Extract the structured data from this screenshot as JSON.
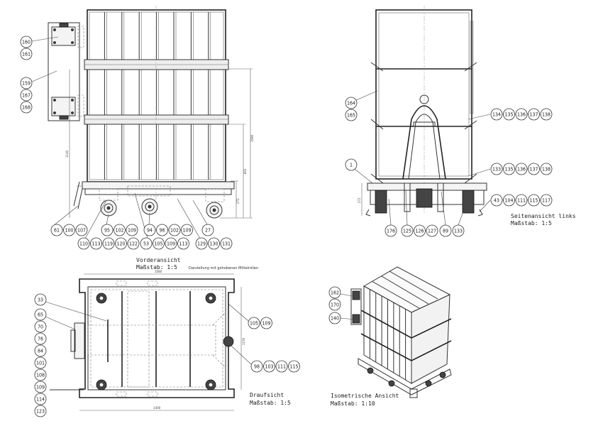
{
  "views": {
    "front": {
      "title": "Vorderansicht",
      "scale": "Maßstab:   1:5",
      "note": "Darstellung mit gehobenen Mittelrollen",
      "dimensions": [
        "1580",
        "841",
        "272",
        "1140"
      ]
    },
    "side": {
      "title": "Seitenansicht links",
      "scale": "Maßstab:   1:5",
      "dimensions": [
        "272"
      ]
    },
    "top": {
      "title": "Draufsicht",
      "scale": "Maßstab:   1:5",
      "dimensions": [
        "1080",
        "1400",
        "1150"
      ]
    },
    "iso": {
      "title": "Isometrische Ansicht",
      "scale": "Maßstab:   1:10"
    }
  },
  "balloons": {
    "front_door_a": [
      "160",
      "161"
    ],
    "front_door_b": [
      "159",
      "167",
      "168"
    ],
    "front_row1_a": [
      "61",
      "100",
      "107"
    ],
    "front_row1_b": [
      "95",
      "102",
      "109"
    ],
    "front_row1_c": [
      "94",
      "96",
      "102",
      "109"
    ],
    "front_row1_d": [
      "27"
    ],
    "front_row2_a": [
      "110",
      "113",
      "119",
      "120",
      "122"
    ],
    "front_row2_b": [
      "53",
      "105",
      "109",
      "113"
    ],
    "front_row2_c": [
      "129",
      "130",
      "131"
    ],
    "side_a": [
      "164",
      "165"
    ],
    "side_b": [
      "1"
    ],
    "side_c": [
      "134",
      "135",
      "136",
      "137",
      "138"
    ],
    "side_d": [
      "133",
      "135",
      "136",
      "137",
      "138"
    ],
    "side_e": [
      "43",
      "104",
      "111",
      "115",
      "117"
    ],
    "side_f": [
      "176"
    ],
    "side_g": [
      "125",
      "126",
      "127"
    ],
    "side_h": [
      "89"
    ],
    "side_i": [
      "133"
    ],
    "top_a": [
      "33"
    ],
    "top_b": [
      "65",
      "70",
      "76",
      "84",
      "101",
      "108",
      "109",
      "114",
      "123"
    ],
    "top_c": [
      "105",
      "109"
    ],
    "top_d": [
      "98",
      "103",
      "111",
      "115"
    ],
    "iso_a": [
      "162",
      "170"
    ],
    "iso_b": [
      "140"
    ]
  }
}
